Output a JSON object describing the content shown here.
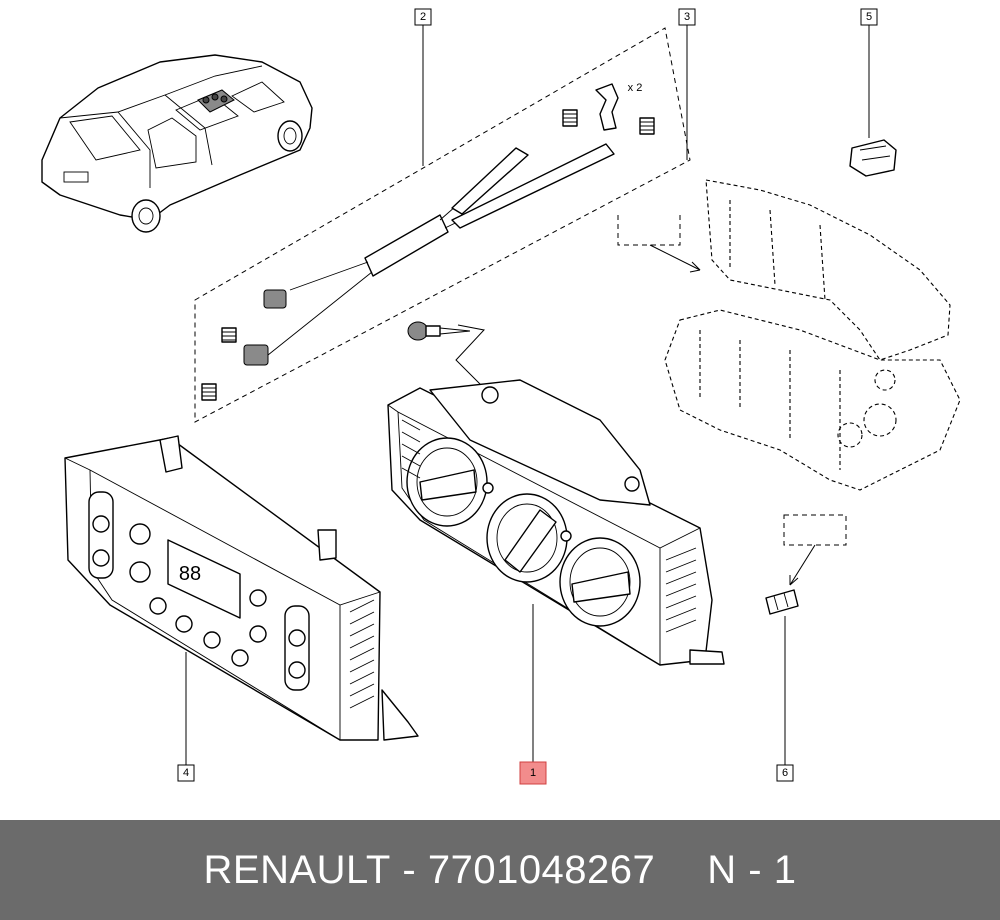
{
  "callouts": [
    {
      "id": "callout-1",
      "number": "1",
      "highlighted": true
    },
    {
      "id": "callout-2",
      "number": "2",
      "highlighted": false
    },
    {
      "id": "callout-3",
      "number": "3",
      "highlighted": false
    },
    {
      "id": "callout-4",
      "number": "4",
      "highlighted": false
    },
    {
      "id": "callout-5",
      "number": "5",
      "highlighted": false
    },
    {
      "id": "callout-6",
      "number": "6",
      "highlighted": false
    }
  ],
  "clip_quantity": "x 2",
  "display_digits": "88",
  "footer": {
    "brand": "RENAULT",
    "separator": "-",
    "part_number": "7701048267",
    "position": "N - 1"
  },
  "colors": {
    "highlight": "#f28c8c",
    "footer_background": "#6b6b6b",
    "footer_text": "#ffffff"
  }
}
